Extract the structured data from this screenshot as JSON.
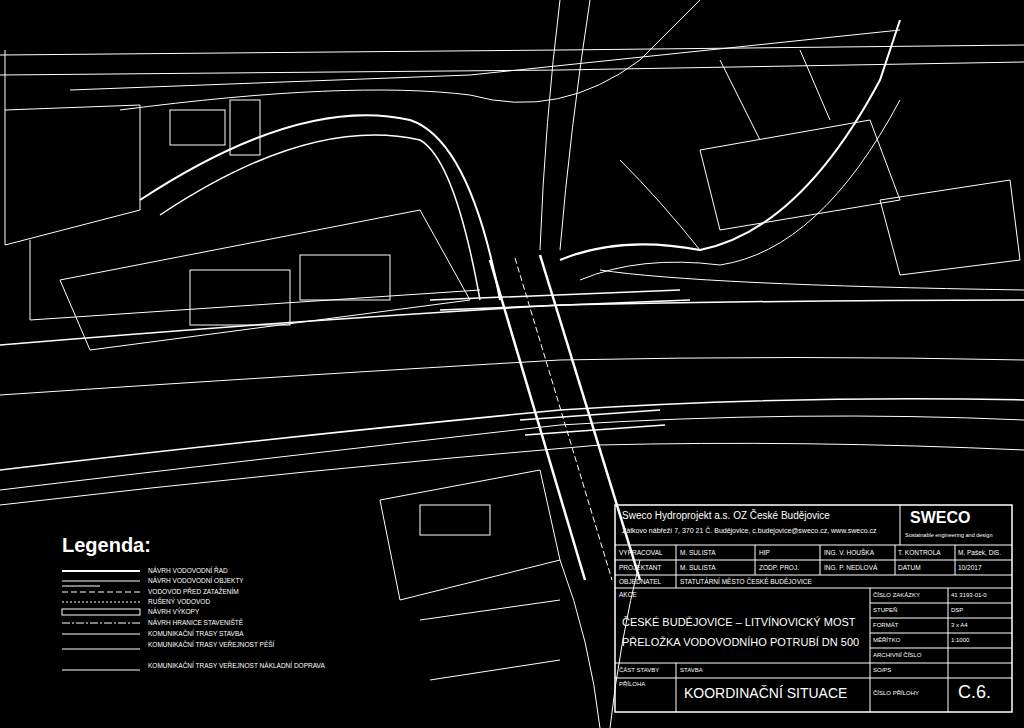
{
  "diagram": {
    "labels": [
      "Legenda:",
      "Sweco Hydroprojekt a.s. OZ České Budějovice",
      "Zátkovo nábřeží 7, 370 21 Č. Budějovice, c.budejovice@sweco.cz, www.sweco.cz",
      "SWECO",
      "Sustainable engineering and design",
      "VYPRACOVAL",
      "M. SULISTA",
      "HIP",
      "ING. V. HOUŠKA",
      "T. KONTROLA",
      "M. Pašek, DiS.",
      "PROJEKTANT",
      "M. SULISTA",
      "ZODP. PROJ.",
      "ING. P. NEDLOVÁ",
      "DATUM",
      "10/2017",
      "OBJEDNATEL",
      "STATUTÁRNÍ MĚSTO ČESKÉ BUDĚJOVICE",
      "AKCE",
      "ČESKÉ BUDĚJOVICE – LITVÍNOVICKÝ MOST",
      "PŘELOŽKA VODOVODNÍHO POTRUBÍ DN 500",
      "ČÍSLO ZAKÁZKY",
      "41 3193-01-0",
      "STUPEŇ",
      "DSP",
      "FORMÁT",
      "3 x A4",
      "MĚŘÍTKO",
      "1:1000",
      "ARCHIVNÍ ČÍSLO",
      "ČÁST STAVBY",
      "STAVBA",
      "SO/PS",
      "PŘÍLOHA",
      "KOORDINAČNÍ SITUACE",
      "ČÍSLO PŘÍLOHY",
      "C.6."
    ],
    "legend": [
      {
        "text": "NÁVRH VODOVODNÍ ŘAD"
      },
      {
        "text": "NÁVRH VODOVODNÍ OBJEKTY"
      },
      {
        "text": "VODOVOD PŘED ZATAŽENÍM"
      },
      {
        "text": "RUŠENÝ VODOVOD"
      },
      {
        "text": "NÁVRH VÝKOPY"
      },
      {
        "text": "NÁVRH HRANICE STAVENIŠTĚ"
      },
      {
        "text": "KOMUNIKAČNÍ TRASY STAVBA"
      },
      {
        "text": "KOMUNIKAČNÍ TRASY VEŘEJNOST PĚŠÍ"
      },
      {
        "text": "KOMUNIKAČNÍ TRASY VEŘEJNOST NÁKLADNÍ DOPRAVA"
      }
    ]
  }
}
